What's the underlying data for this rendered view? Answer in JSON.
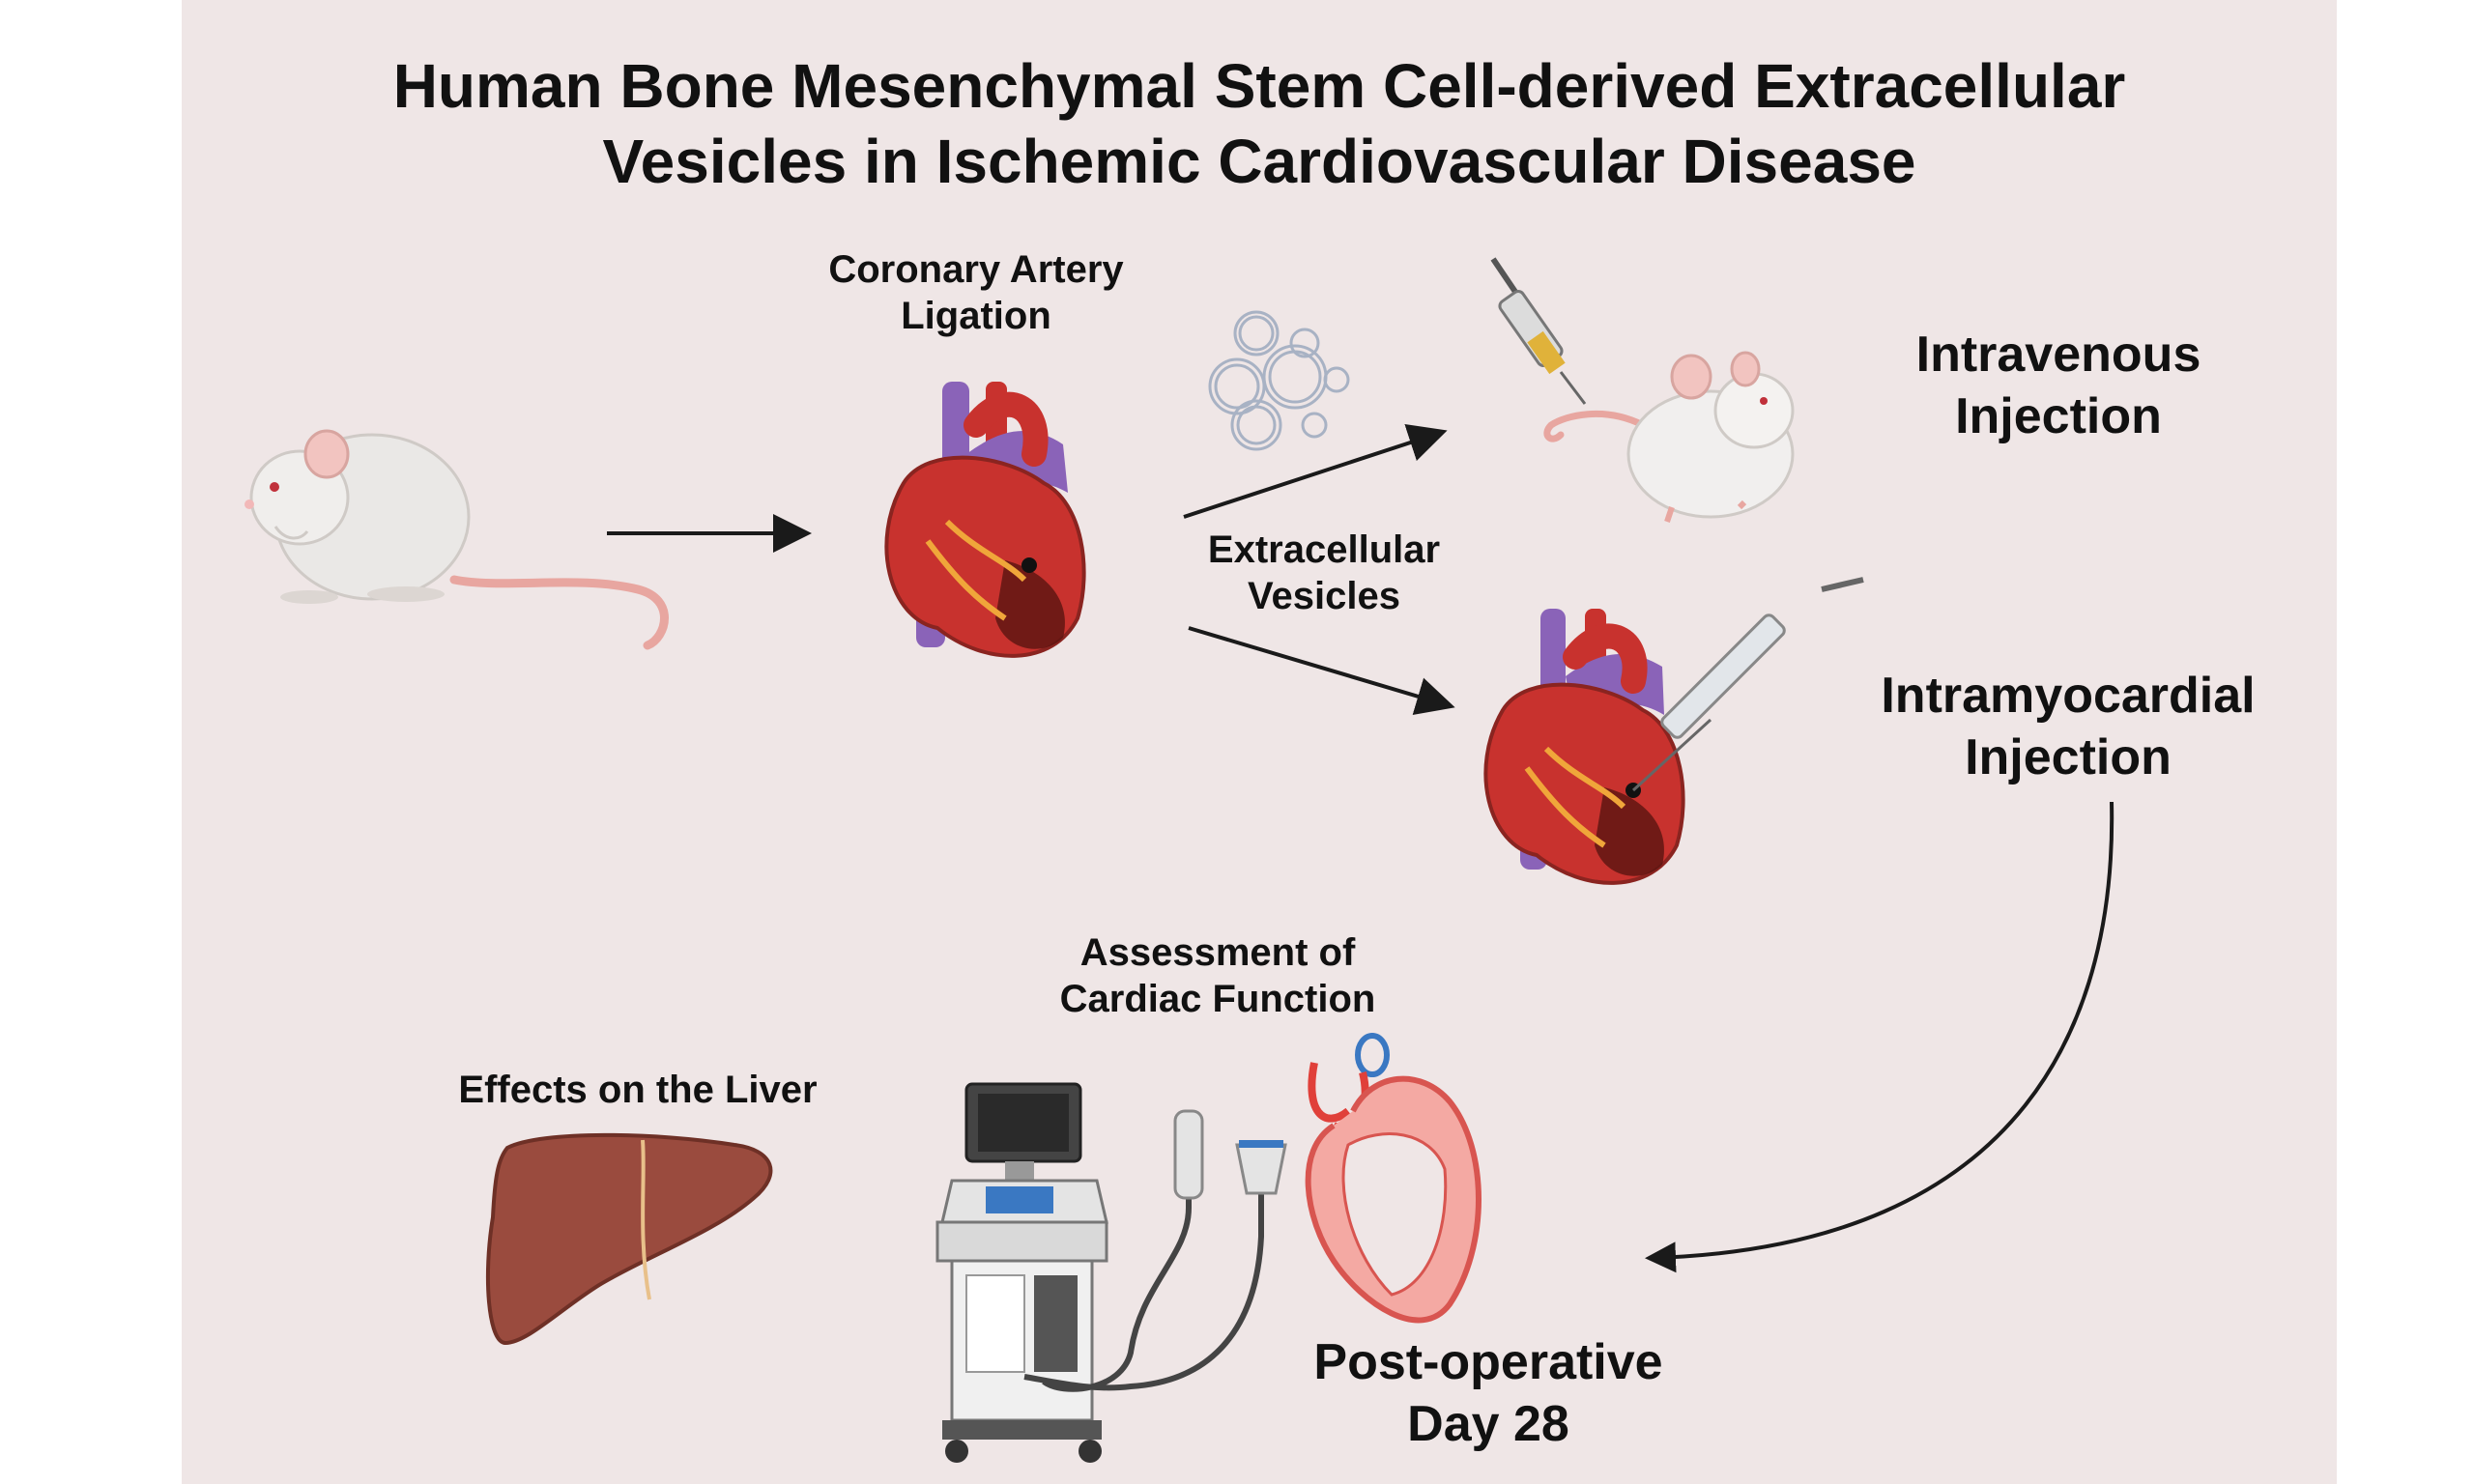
{
  "title_line1": "Human Bone Mesenchymal Stem Cell-derived Extracellular",
  "title_line2": "Vesicles in Ischemic Cardiovascular Disease",
  "labels": {
    "ligation_1": "Coronary Artery",
    "ligation_2": "Ligation",
    "ev_1": "Extracellular",
    "ev_2": "Vesicles",
    "iv_1": "Intravenous",
    "iv_2": "Injection",
    "im_1": "Intramyocardial",
    "im_2": "Injection",
    "assess_1": "Assessment of",
    "assess_2": "Cardiac Function",
    "liver": "Effects on the Liver",
    "post_1": "Post-operative",
    "post_2": "Day 28"
  },
  "colors": {
    "background": "#efe6e6",
    "heart_red": "#c8322e",
    "vessel_purple": "#8a63b8",
    "liver_brown": "#9a4b3e",
    "arrow": "#1a1a1a"
  },
  "icons": [
    "rat-icon",
    "heart-icon",
    "vesicles-icon",
    "syringe-icon",
    "mouse-icon",
    "liver-icon",
    "ultrasound-machine-icon",
    "heart-section-icon"
  ]
}
